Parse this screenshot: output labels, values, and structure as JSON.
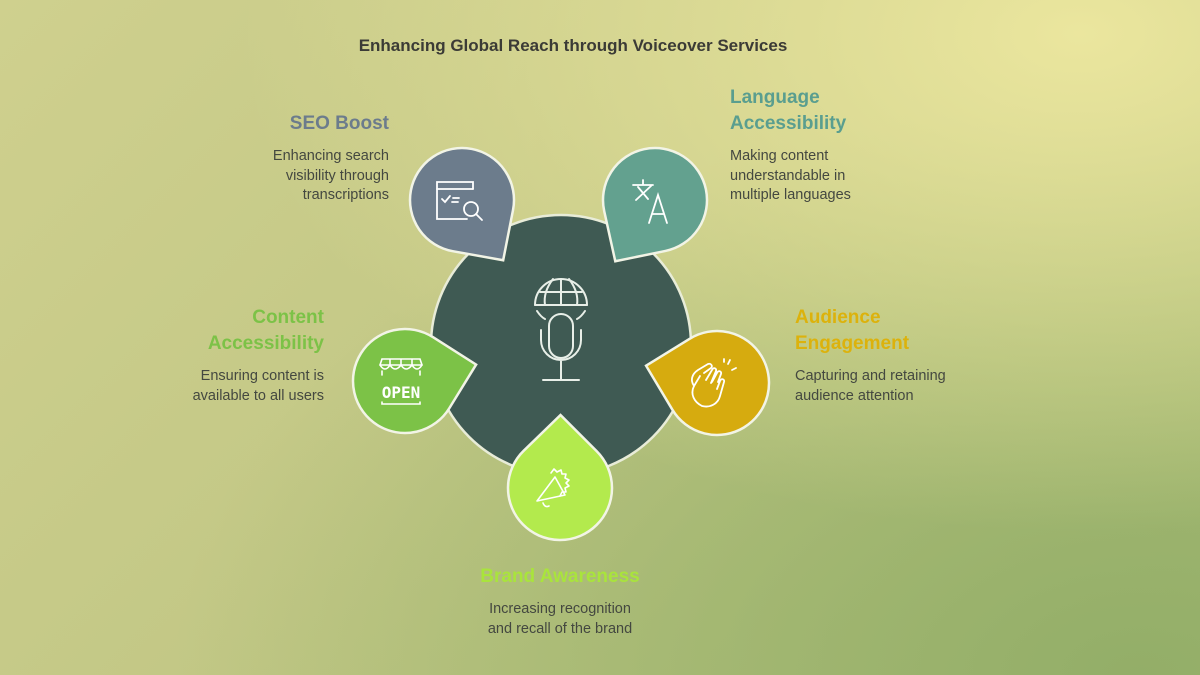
{
  "title": "Enhancing Global Reach through Voiceover Services",
  "center": {
    "icon": "globe-microphone-icon",
    "color": "#3f5a53"
  },
  "items": [
    {
      "id": "seo",
      "title": "SEO Boost",
      "description": [
        "Enhancing search",
        "visibility through",
        "transcriptions"
      ],
      "icon": "search-document-icon",
      "color": "#6c7c8c",
      "title_color": "#6c7c8c"
    },
    {
      "id": "language",
      "title": "Language Accessibility",
      "title_lines": [
        "Language",
        "Accessibility"
      ],
      "description": [
        "Making content",
        "understandable in",
        "multiple languages"
      ],
      "icon": "translate-icon",
      "color": "#63a18f",
      "title_color": "#5a9e8f"
    },
    {
      "id": "audience",
      "title": "Audience Engagement",
      "title_lines": [
        "Audience",
        "Engagement"
      ],
      "description": [
        "Capturing and retaining",
        "audience attention"
      ],
      "icon": "clapping-hands-icon",
      "color": "#d6ab0f",
      "title_color": "#dcb20c"
    },
    {
      "id": "brand",
      "title": "Brand Awareness",
      "description": [
        "Increasing recognition",
        "and recall of the brand"
      ],
      "icon": "megaphone-icon",
      "color": "#b3ea4d",
      "title_color": "#a9e43c"
    },
    {
      "id": "content",
      "title": "Content Accessibility",
      "title_lines": [
        "Content",
        "Accessibility"
      ],
      "description": [
        "Ensuring content is",
        "available to all users"
      ],
      "icon": "open-sign-icon",
      "color": "#7cc247",
      "title_color": "#7cc247",
      "icon_text": "OPEN"
    }
  ]
}
